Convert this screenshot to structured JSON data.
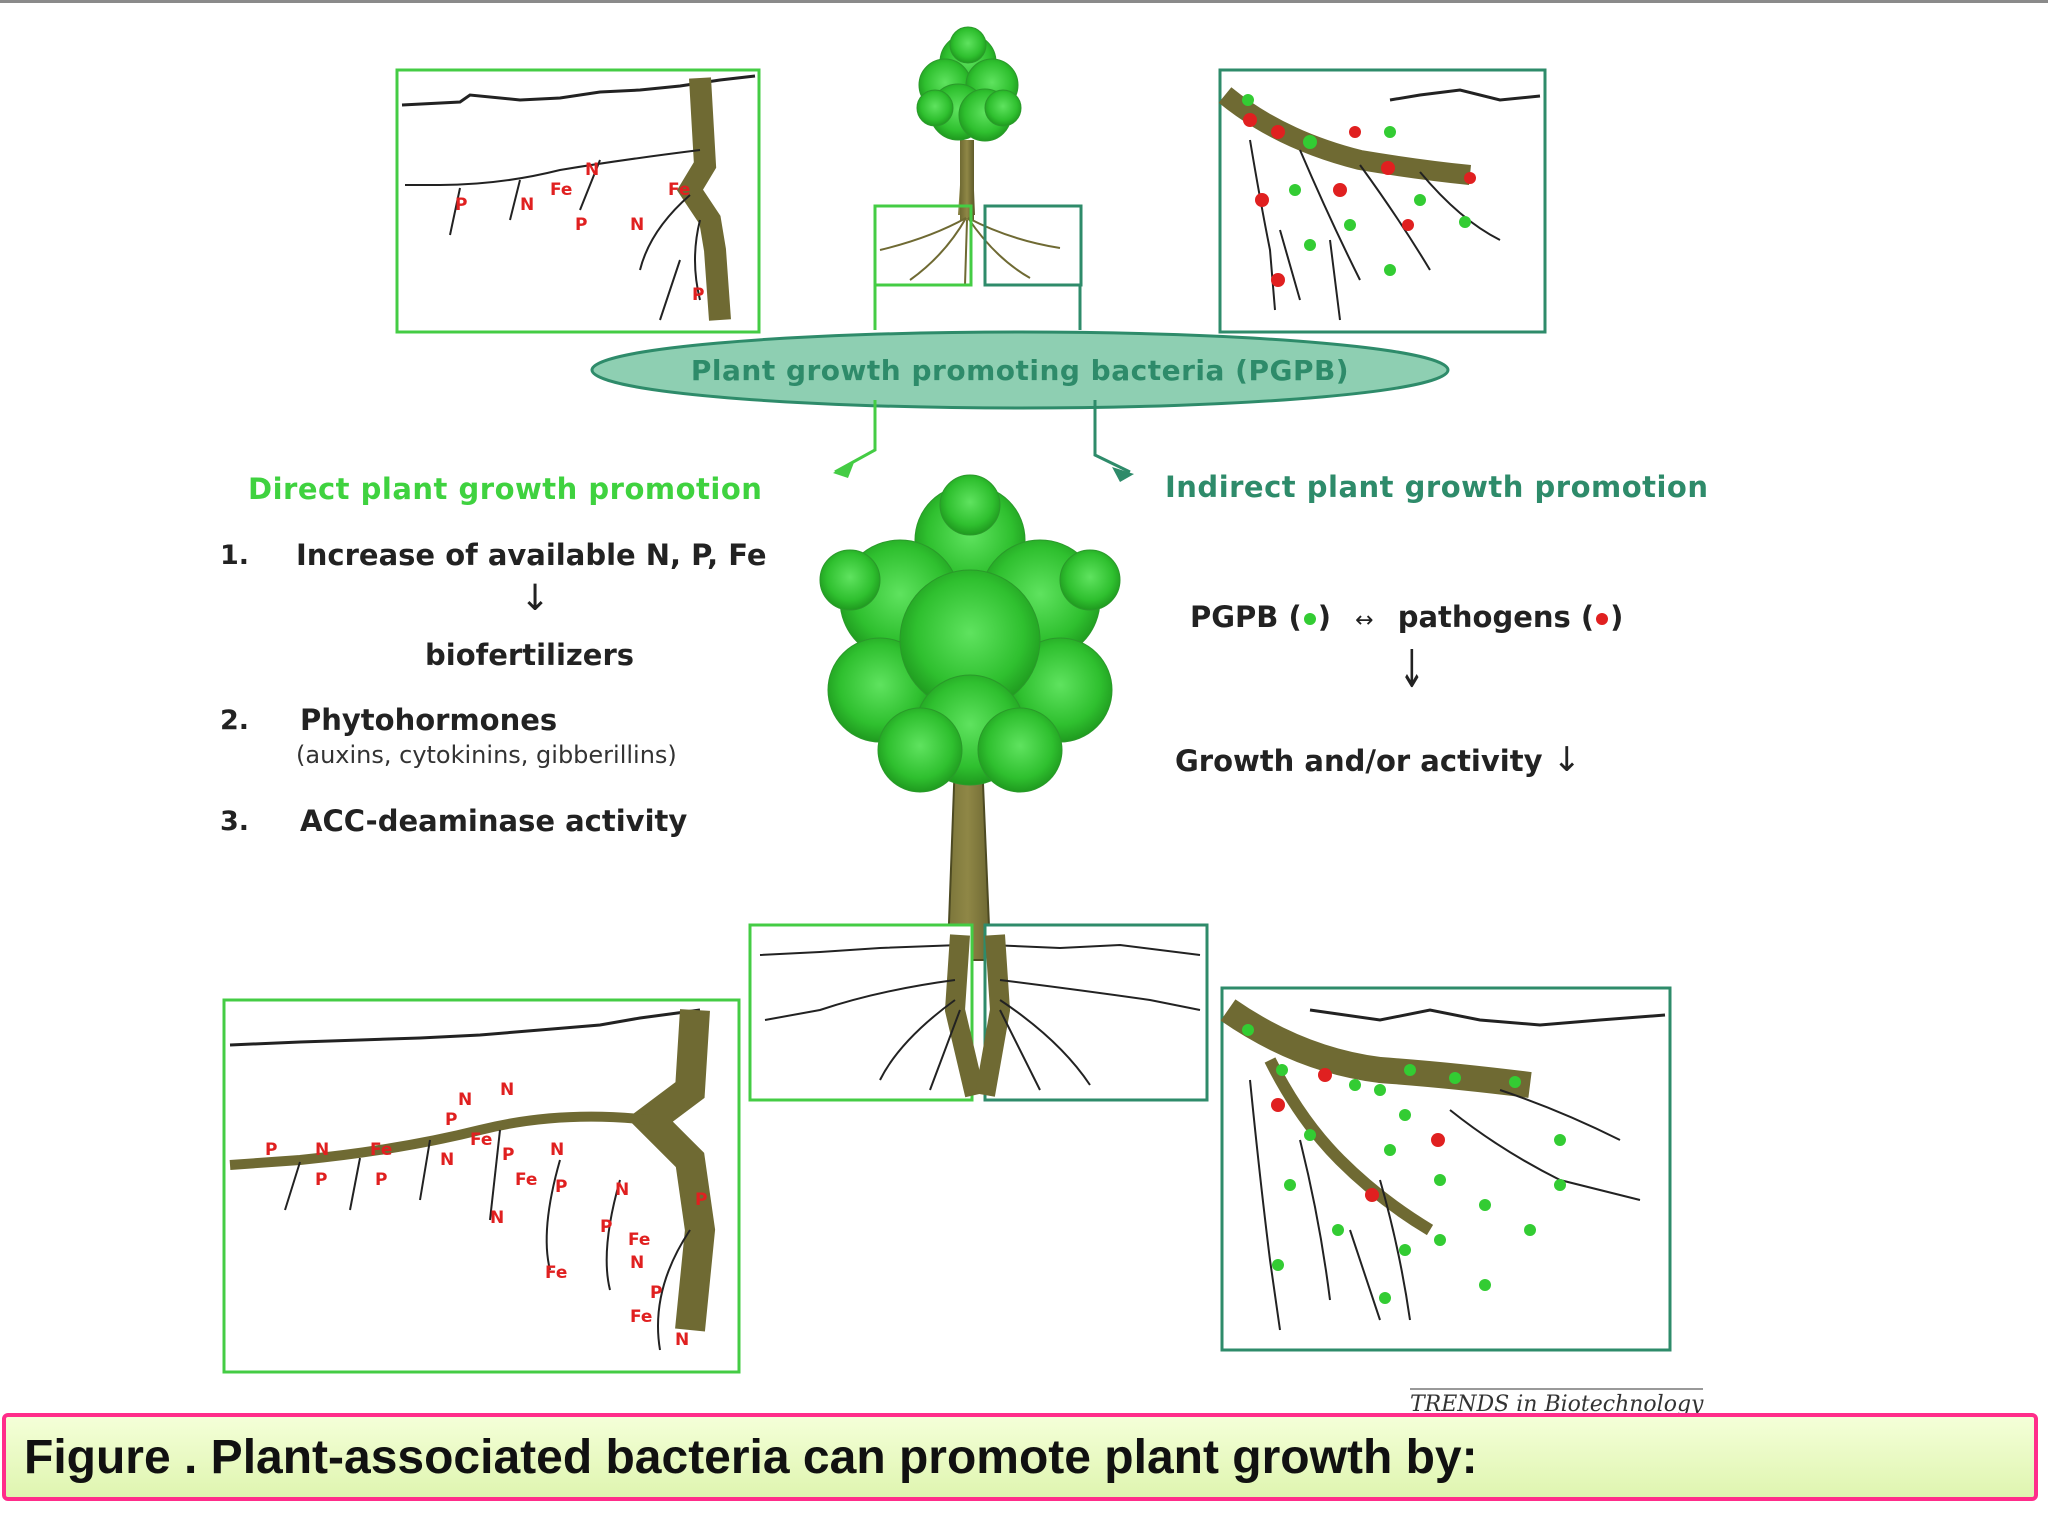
{
  "colors": {
    "direct_green": "#3fd23f",
    "indirect_teal": "#2e8b6a",
    "pgpb_dot": "#33cc33",
    "pathogen_dot": "#e02020",
    "caption_border": "#ff2d8a"
  },
  "pgpb_ellipse_label": "Plant growth promoting bacteria (PGPB)",
  "direct": {
    "heading": "Direct plant growth promotion",
    "items": [
      {
        "num": "1.",
        "text": "Increase of available N, P, Fe"
      },
      {
        "num": "2.",
        "text": "Phytohormones"
      },
      {
        "num": "3.",
        "text": "ACC-deaminase activity"
      }
    ],
    "item1_arrow": "↓",
    "item1_result": "biofertilizers",
    "item2_sub": "(auxins, cytokinins, gibberillins)"
  },
  "indirect": {
    "heading": "Indirect plant growth promotion",
    "pgpb_label": "PGPB (",
    "pgpb_close": ")",
    "exchange_symbol": "↔",
    "pathogens_label": "pathogens (",
    "pathogens_close": ")",
    "down_arrow": "↓",
    "effect_label": "Growth and/or activity",
    "effect_arrow": "↓"
  },
  "nutrient_labels": {
    "nitrogen": "N",
    "phosphorus": "P",
    "iron": "Fe"
  },
  "source_credit": "TRENDS in Biotechnology",
  "caption": "Figure . Plant-associated bacteria can promote plant growth by:"
}
